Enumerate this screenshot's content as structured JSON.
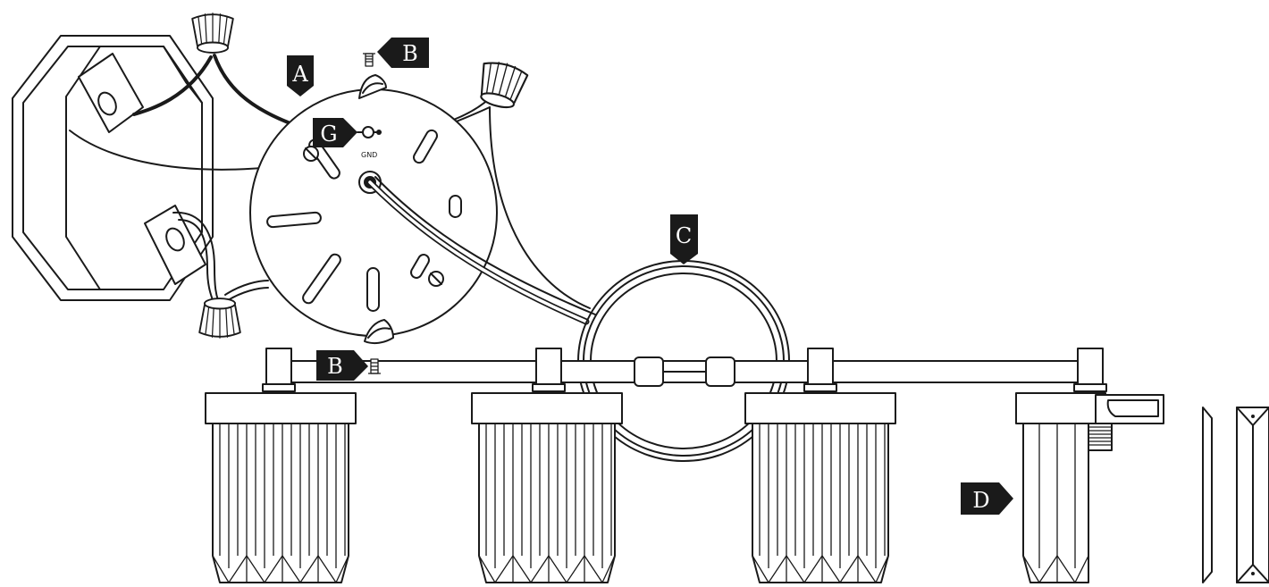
{
  "callouts": {
    "a": "A",
    "b_top": "B",
    "b_bottom": "B",
    "c": "C",
    "d": "D",
    "g": "G"
  },
  "labels": {
    "ground": "GND"
  },
  "colors": {
    "line": "#1a1a1a",
    "callout_bg": "#1a1a1a",
    "callout_text": "#ffffff",
    "background": "#ffffff"
  }
}
